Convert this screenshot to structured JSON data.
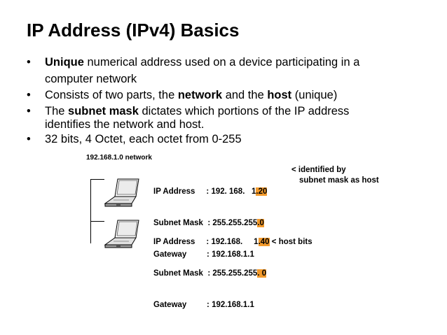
{
  "slide": {
    "title": "IP Address (IPv4) Basics",
    "bullets": [
      {
        "bold": "Unique",
        "line1": " numerical address used on a device participating in a",
        "line2": "computer network"
      },
      {
        "pre": "Consists of two parts, the ",
        "bold1": "network",
        "mid": " and the ",
        "bold2": "host",
        "post": " (unique)"
      },
      {
        "pre": "The ",
        "bold": "subnet mask",
        "line1": " dictates which portions of the IP address",
        "line2": "identifies the network and host."
      },
      {
        "text": "32 bits, 4 Octet, each octet from 0-255"
      }
    ],
    "bullet_glyph": "•"
  },
  "diagram": {
    "network_label": "192.168.1.0 network",
    "device1": {
      "ip_row_pre": "IP Address     : 192. 168.   1",
      "ip_hl": ".20",
      "mask_row_pre": "Subnet Mask  : 255.255.255",
      "mask_hl": ".0",
      "gateway_row": "Gateway         : 192.168.1.1",
      "note_line1": "< identified by",
      "note_line2": "subnet mask as host"
    },
    "device2": {
      "ip_row_pre": "IP Address     : 192.168.     1",
      "ip_hl": ".40",
      "ip_note": " < host bits",
      "mask_row_pre": "Subnet Mask  : 255.255.255",
      "mask_hl": ". 0",
      "gateway_row": "Gateway         : 192.168.1.1"
    },
    "icons": [
      "laptop-icon",
      "laptop-icon"
    ],
    "highlight_color": "#f39a2b"
  }
}
